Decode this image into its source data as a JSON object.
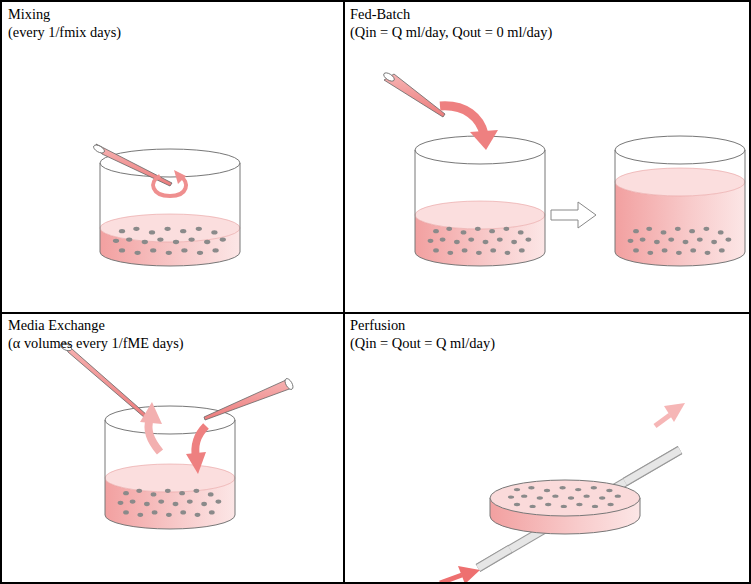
{
  "diagram": {
    "nodes": [
      {
        "text": [
          "Mixing",
          "(every 1/fmix days)"
        ]
      },
      {
        "text": [
          "Fed-Batch",
          "(Qin = Q ml/day, Qout = 0 ml/day)"
        ]
      },
      {
        "text": [
          "Media Exchange",
          "(α volumes every 1/fME days)"
        ]
      },
      {
        "text": [
          "Perfusion",
          "(Qin = Qout = Q ml/day)"
        ]
      }
    ]
  }
}
